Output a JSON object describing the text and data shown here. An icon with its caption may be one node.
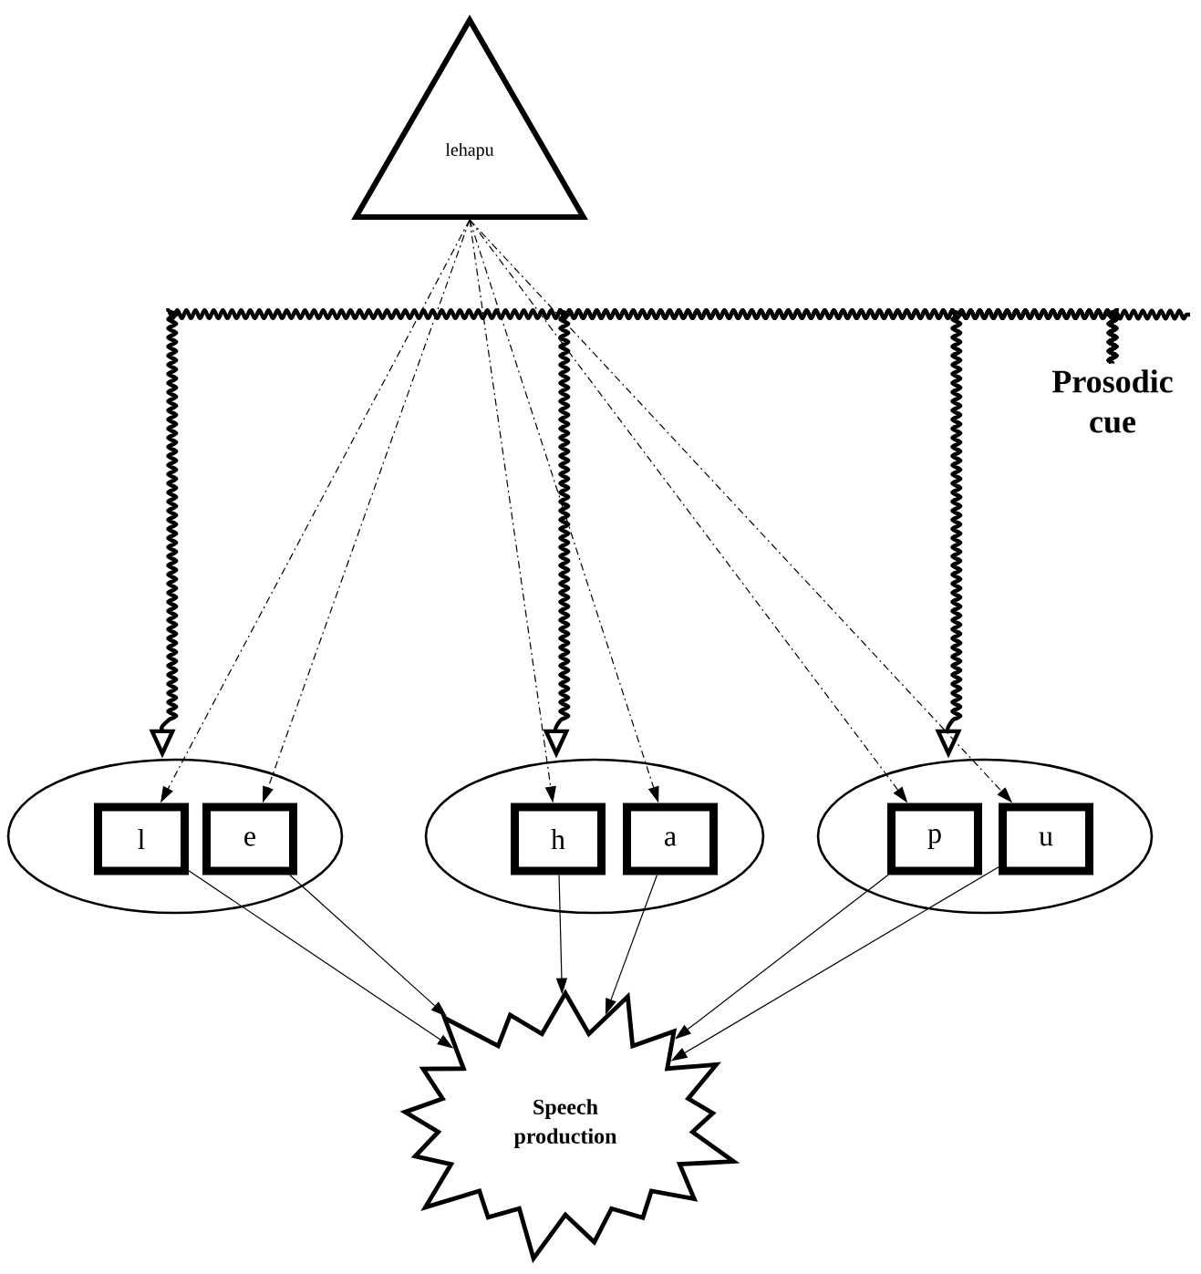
{
  "diagram": {
    "nodes": [
      {
        "text": [
          "lehapu"
        ]
      },
      {
        "text": [],
        "shape": "ellipse"
      },
      {
        "text": [
          "l"
        ],
        "in": 1
      },
      {
        "text": [
          "e"
        ],
        "in": 1
      },
      {
        "text": [],
        "shape": "ellipse"
      },
      {
        "text": [
          "h"
        ],
        "in": 4
      },
      {
        "text": [
          "a"
        ],
        "in": 4
      },
      {
        "text": [],
        "shape": "ellipse"
      },
      {
        "text": [
          "p"
        ],
        "in": 7
      },
      {
        "text": [
          "u"
        ],
        "in": 7
      },
      {
        "text": [
          "Speech production"
        ]
      },
      {
        "text": [
          "Prosodic cue"
        ]
      }
    ],
    "edges": [
      {
        "from": 0,
        "to": 2,
        "arrow": "to",
        "style": "dashed"
      },
      {
        "from": 0,
        "to": 3,
        "arrow": "to",
        "style": "dashed"
      },
      {
        "from": 0,
        "to": 5,
        "arrow": "to",
        "style": "dashed"
      },
      {
        "from": 0,
        "to": 6,
        "arrow": "to",
        "style": "dashed"
      },
      {
        "from": 0,
        "to": 8,
        "arrow": "to",
        "style": "dashed"
      },
      {
        "from": 0,
        "to": 9,
        "arrow": "to",
        "style": "dashed"
      },
      {
        "from": 2,
        "to": 10,
        "arrow": "to"
      },
      {
        "from": 3,
        "to": 10,
        "arrow": "to"
      },
      {
        "from": 5,
        "to": 10,
        "arrow": "to"
      },
      {
        "from": 6,
        "to": 10,
        "arrow": "to"
      },
      {
        "from": 8,
        "to": 10,
        "arrow": "to"
      },
      {
        "from": 9,
        "to": 10,
        "arrow": "to"
      },
      {
        "from": 11,
        "to": 1,
        "arrow": "to",
        "style": "thick"
      },
      {
        "from": 11,
        "to": 4,
        "arrow": "to",
        "style": "thick"
      },
      {
        "from": 11,
        "to": 7,
        "arrow": "to",
        "style": "thick"
      }
    ]
  }
}
